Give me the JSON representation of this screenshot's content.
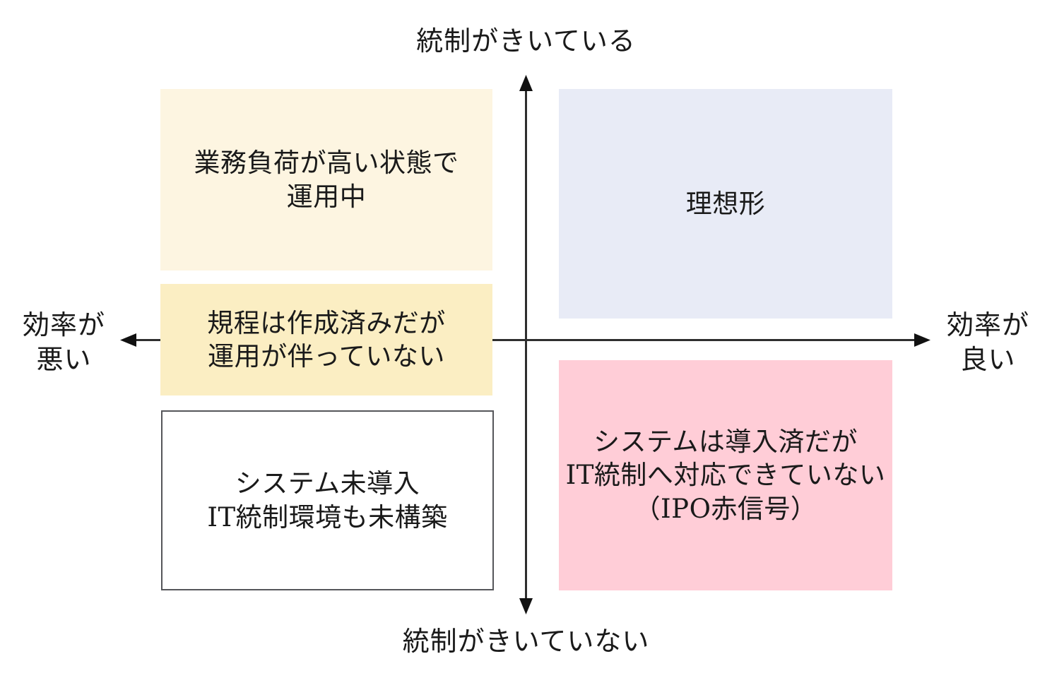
{
  "diagram": {
    "title_implicit": "IT統制×効率 4象限マトリクス",
    "axis_labels": {
      "top": "統制がきいている",
      "bottom": "統制がきいていない",
      "left_line1": "効率が",
      "left_line2": "悪い",
      "right_line1": "効率が",
      "right_line2": "良い"
    },
    "quadrants": {
      "top_left": {
        "line1": "業務負荷が高い状態で",
        "line2": "運用中",
        "fill": "#FDF5E1"
      },
      "mid_left": {
        "line1": "規程は作成済みだが",
        "line2": "運用が伴っていない",
        "fill": "#FBEEC3"
      },
      "bottom_left": {
        "line1": "システム未導入",
        "line2": "IT統制環境も未構築",
        "fill": "#FFFFFF",
        "border_color": "#55565A"
      },
      "top_right": {
        "line1": "理想形",
        "fill": "#E8EBF6"
      },
      "bottom_right": {
        "line1": "システムは導入済だが",
        "line2": "IT統制へ対応できていない",
        "line3": "（IPO赤信号）",
        "fill": "#FFCDD7"
      }
    },
    "colors": {
      "axis_line": "#2E2E2E",
      "text": "#1A1A1A",
      "background": "#FFFFFF"
    }
  }
}
